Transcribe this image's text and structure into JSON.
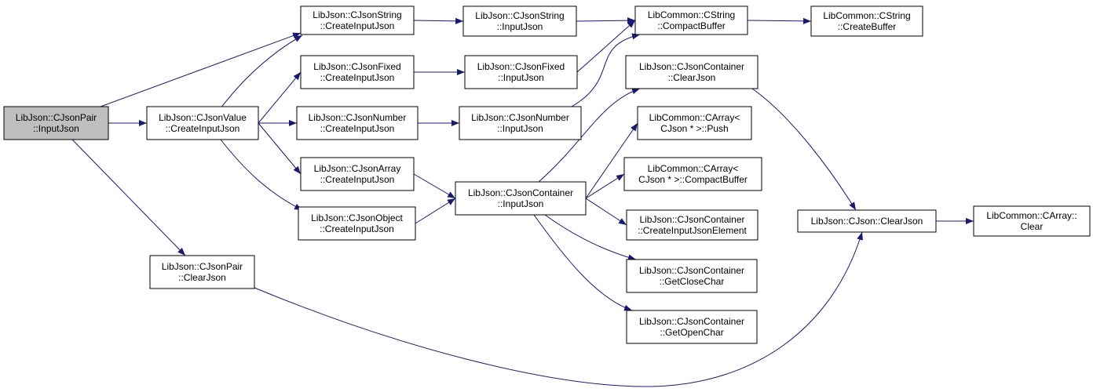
{
  "colors": {
    "edge": "#191970",
    "node_fill": "#ffffff",
    "root_fill": "#bfbfbf",
    "border": "#000000"
  },
  "nodes": [
    {
      "id": "pair_input",
      "lines": [
        "LibJson::CJsonPair",
        "::InputJson"
      ],
      "root": true
    },
    {
      "id": "value_create",
      "lines": [
        "LibJson::CJsonValue",
        "::CreateInputJson"
      ]
    },
    {
      "id": "pair_clear",
      "lines": [
        "LibJson::CJsonPair",
        "::ClearJson"
      ]
    },
    {
      "id": "string_create",
      "lines": [
        "LibJson::CJsonString",
        "::CreateInputJson"
      ]
    },
    {
      "id": "fixed_create",
      "lines": [
        "LibJson::CJsonFixed",
        "::CreateInputJson"
      ]
    },
    {
      "id": "number_create",
      "lines": [
        "LibJson::CJsonNumber",
        "::CreateInputJson"
      ]
    },
    {
      "id": "array_create",
      "lines": [
        "LibJson::CJsonArray",
        "::CreateInputJson"
      ]
    },
    {
      "id": "object_create",
      "lines": [
        "LibJson::CJsonObject",
        "::CreateInputJson"
      ]
    },
    {
      "id": "string_input",
      "lines": [
        "LibJson::CJsonString",
        "::InputJson"
      ]
    },
    {
      "id": "fixed_input",
      "lines": [
        "LibJson::CJsonFixed",
        "::InputJson"
      ]
    },
    {
      "id": "number_input",
      "lines": [
        "LibJson::CJsonNumber",
        "::InputJson"
      ]
    },
    {
      "id": "container_input",
      "lines": [
        "LibJson::CJsonContainer",
        "::InputJson"
      ]
    },
    {
      "id": "cstring_compact",
      "lines": [
        "LibCommon::CString",
        "::CompactBuffer"
      ]
    },
    {
      "id": "container_clear",
      "lines": [
        "LibJson::CJsonContainer",
        "::ClearJson"
      ]
    },
    {
      "id": "carray_push",
      "lines": [
        "LibCommon::CArray<",
        "CJson * >::Push"
      ]
    },
    {
      "id": "carray_compact",
      "lines": [
        "LibCommon::CArray<",
        "CJson * >::CompactBuffer"
      ]
    },
    {
      "id": "container_element",
      "lines": [
        "LibJson::CJsonContainer",
        "::CreateInputJsonElement"
      ]
    },
    {
      "id": "container_close",
      "lines": [
        "LibJson::CJsonContainer",
        "::GetCloseChar"
      ]
    },
    {
      "id": "container_open",
      "lines": [
        "LibJson::CJsonContainer",
        "::GetOpenChar"
      ]
    },
    {
      "id": "cstring_create",
      "lines": [
        "LibCommon::CString",
        "::CreateBuffer"
      ]
    },
    {
      "id": "cjson_clear",
      "lines": [
        "LibJson::CJson::ClearJson"
      ]
    },
    {
      "id": "carray_clear",
      "lines": [
        "LibCommon::CArray::",
        "Clear"
      ]
    }
  ],
  "edges": [
    {
      "from": "pair_input",
      "to": "string_create"
    },
    {
      "from": "pair_input",
      "to": "value_create"
    },
    {
      "from": "pair_input",
      "to": "pair_clear"
    },
    {
      "from": "value_create",
      "to": "string_create"
    },
    {
      "from": "value_create",
      "to": "fixed_create"
    },
    {
      "from": "value_create",
      "to": "number_create"
    },
    {
      "from": "value_create",
      "to": "array_create"
    },
    {
      "from": "value_create",
      "to": "object_create"
    },
    {
      "from": "string_create",
      "to": "string_input"
    },
    {
      "from": "fixed_create",
      "to": "fixed_input"
    },
    {
      "from": "number_create",
      "to": "number_input"
    },
    {
      "from": "array_create",
      "to": "container_input"
    },
    {
      "from": "object_create",
      "to": "container_input"
    },
    {
      "from": "string_input",
      "to": "cstring_compact"
    },
    {
      "from": "fixed_input",
      "to": "cstring_compact"
    },
    {
      "from": "number_input",
      "to": "cstring_compact"
    },
    {
      "from": "cstring_compact",
      "to": "cstring_create"
    },
    {
      "from": "container_input",
      "to": "container_clear"
    },
    {
      "from": "container_input",
      "to": "carray_push"
    },
    {
      "from": "container_input",
      "to": "carray_compact"
    },
    {
      "from": "container_input",
      "to": "container_element"
    },
    {
      "from": "container_input",
      "to": "container_close"
    },
    {
      "from": "container_input",
      "to": "container_open"
    },
    {
      "from": "container_clear",
      "to": "cjson_clear"
    },
    {
      "from": "pair_clear",
      "to": "cjson_clear"
    },
    {
      "from": "cjson_clear",
      "to": "carray_clear"
    }
  ]
}
